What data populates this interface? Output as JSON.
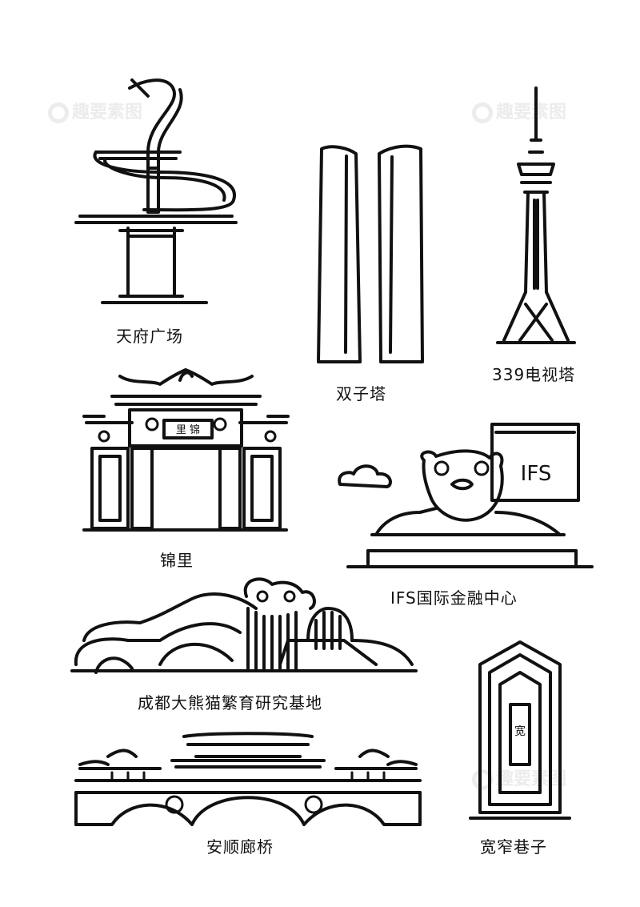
{
  "labels": {
    "tianfu": "天府广场",
    "twin": "双子塔",
    "tv": "339电视塔",
    "jinli": "锦里",
    "ifs": "IFS国际金融中心",
    "panda": "成都大熊猫繁育研究基地",
    "anshun": "安顺廊桥",
    "kuanzhai": "宽窄巷子"
  },
  "signs": {
    "jinli_plaque": "里 锦",
    "ifs_logo": "IFS",
    "kuanzhai_gate": "宽"
  },
  "watermark": {
    "text": "趣要素图"
  },
  "colors": {
    "ink": "#111111",
    "background": "#ffffff",
    "watermark": "#ececec"
  }
}
